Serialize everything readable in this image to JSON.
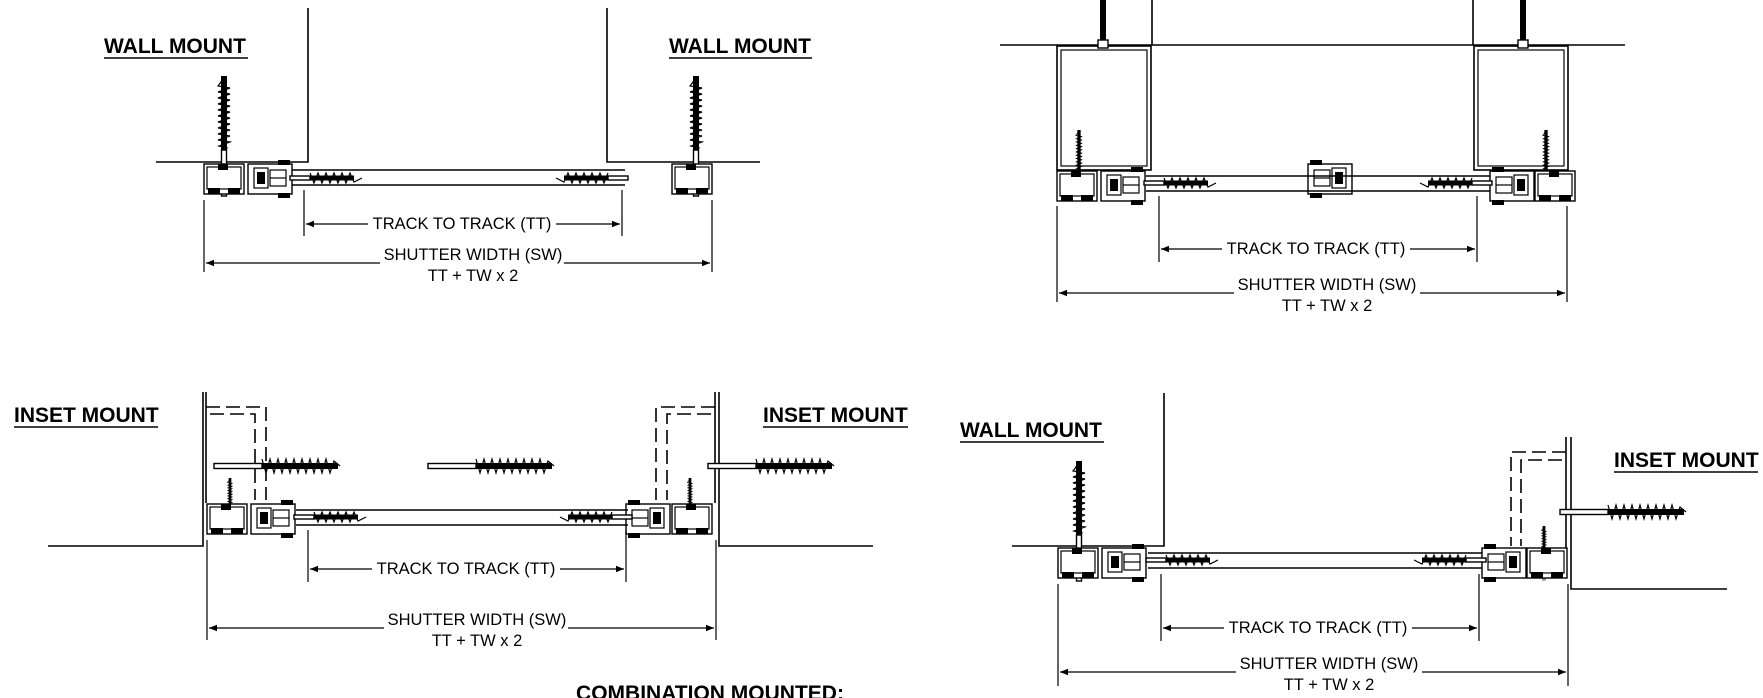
{
  "labels": {
    "wall_mount": "WALL MOUNT",
    "inset_mount": "INSET MOUNT",
    "combination_title": "COMBINATION MOUNTED:"
  },
  "dimensions": {
    "track_to_track": "TRACK TO TRACK (TT)",
    "shutter_width": "SHUTTER WIDTH (SW)",
    "formula": "TT + TW x 2"
  },
  "colors": {
    "ink": "#000000",
    "paper": "#ffffff"
  }
}
